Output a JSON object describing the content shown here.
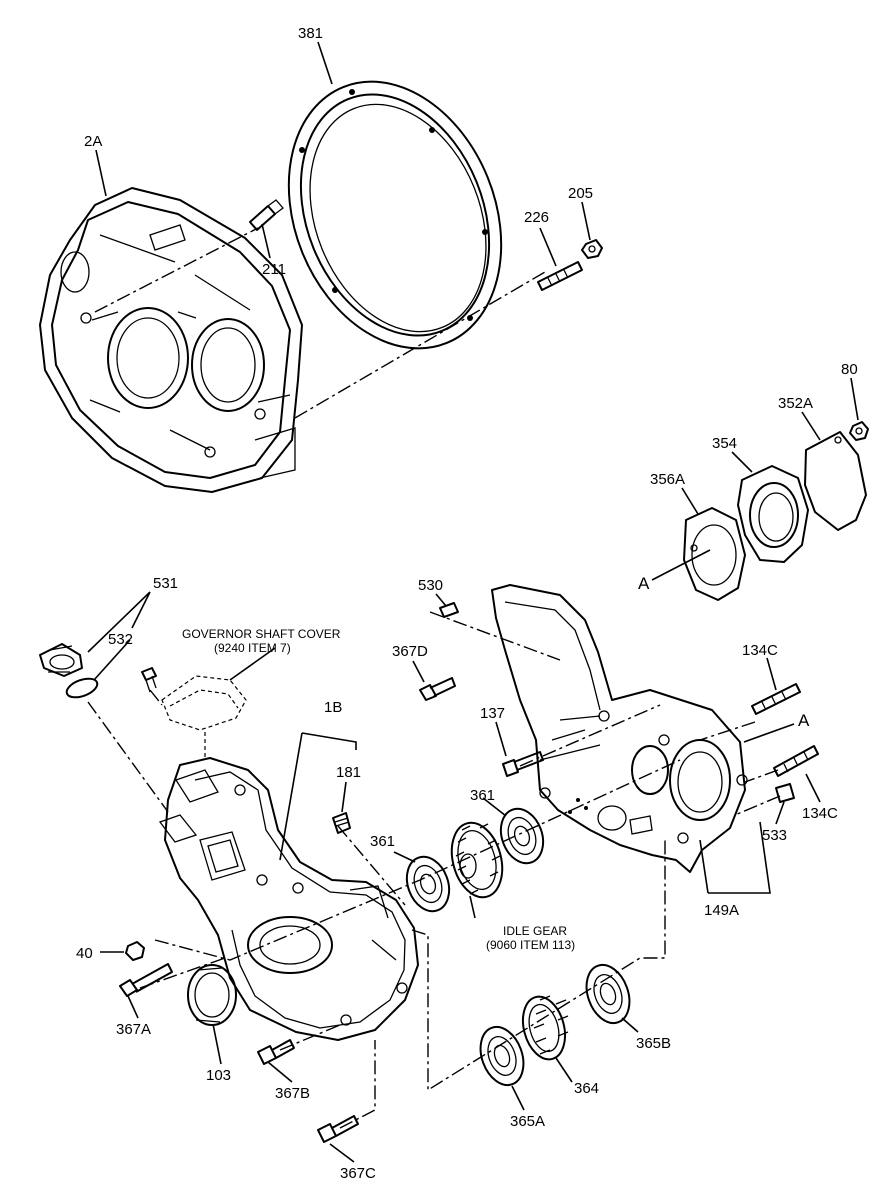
{
  "labels": {
    "p381": "381",
    "p2a": "2A",
    "p211": "211",
    "p226": "226",
    "p205": "205",
    "p80": "80",
    "p352a": "352A",
    "p354": "354",
    "p356a": "356A",
    "pa1": "A",
    "p531": "531",
    "p532": "532",
    "p530": "530",
    "p367d": "367D",
    "p134c_top": "134C",
    "pa2": "A",
    "p137": "137",
    "p1b": "1B",
    "p181": "181",
    "p361_right": "361",
    "p361_left": "361",
    "p134c_bottom": "134C",
    "p533": "533",
    "p149a": "149A",
    "p40": "40",
    "p367a": "367A",
    "p103": "103",
    "p367b": "367B",
    "p365b": "365B",
    "p364": "364",
    "p365a": "365A",
    "p367c": "367C"
  },
  "notes": {
    "governor_title": "GOVERNOR SHAFT COVER",
    "governor_ref": "(9240 ITEM 7)",
    "idle_title": "IDLE GEAR",
    "idle_ref": "(9060 ITEM 113)"
  }
}
